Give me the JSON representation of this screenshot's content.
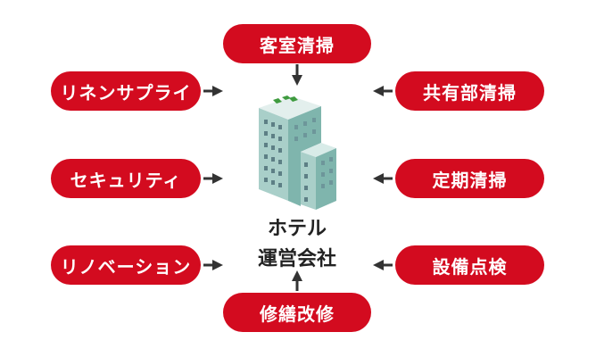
{
  "center": {
    "line1": "ホテル",
    "line2": "運営会社",
    "icon": "building-icon"
  },
  "top": "客室清掃",
  "bottom": "修繕改修",
  "left": [
    "リネンサプライ",
    "セキュリティ",
    "リノベーション"
  ],
  "right": [
    "共有部清掃",
    "定期清掃",
    "設備点検"
  ],
  "colors": {
    "pill": "#d30b1f",
    "arrow": "#333333",
    "text": "#222222"
  }
}
